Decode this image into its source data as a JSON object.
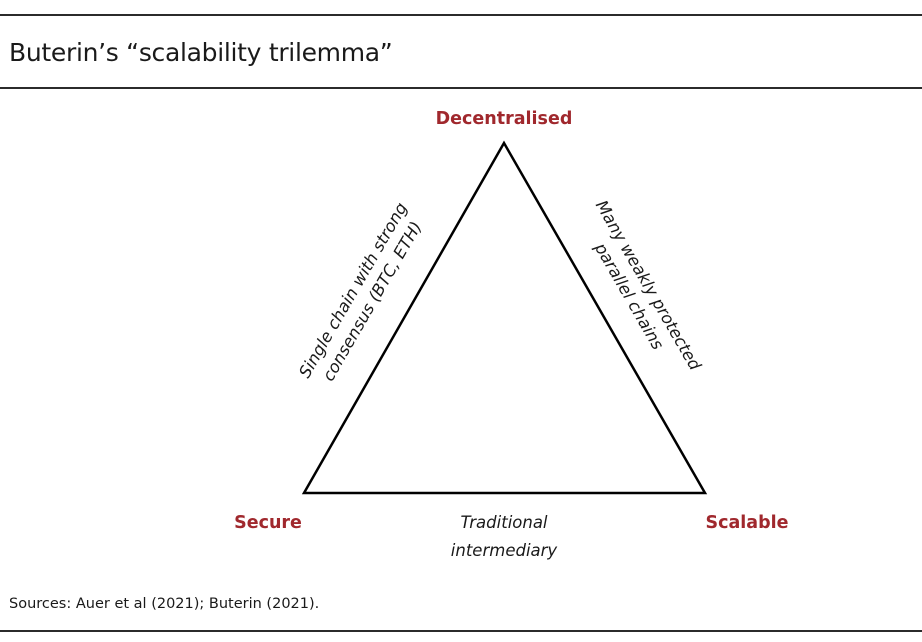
{
  "title": "Buterin’s “scalability trilemma”",
  "vertices": {
    "top": "Decentralised",
    "left": "Secure",
    "right": "Scalable"
  },
  "edges": {
    "left": [
      "Single chain with strong",
      "consensus (BTC, ETH)"
    ],
    "right": [
      "Many weakly protected",
      "parallel chains"
    ],
    "bottom": [
      "Traditional",
      "intermediary"
    ]
  },
  "source": "Sources: Auer et al (2021); Buterin (2021).",
  "colors": {
    "vertex_label": "#a0282d",
    "rule": "#2b2b2b",
    "triangle": "#000000"
  }
}
